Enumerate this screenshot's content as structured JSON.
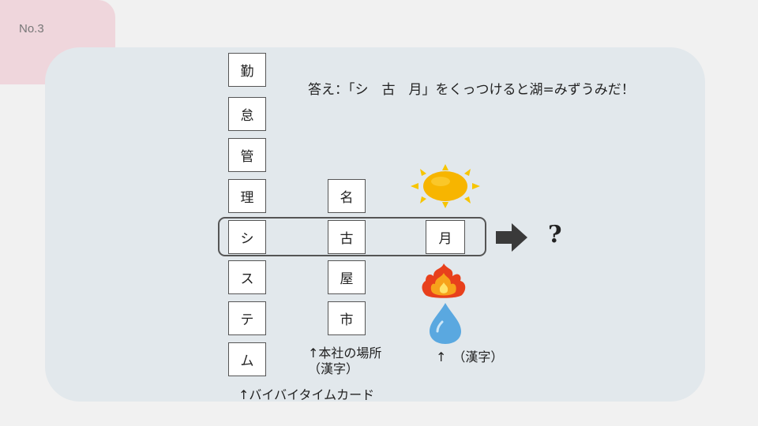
{
  "slide": {
    "number": "No.3"
  },
  "answer_text": "答え：「シ　古　月」をくっつけると湖=みずうみだ！",
  "column1": {
    "chars": [
      "勤",
      "怠",
      "管",
      "理",
      "シ",
      "ス",
      "テ",
      "ム"
    ],
    "caption": "↑バイバイタイムカード"
  },
  "column2": {
    "chars": [
      "名",
      "古",
      "屋",
      "市"
    ],
    "caption_line1": "↑本社の場所",
    "caption_line2": "（漢字）"
  },
  "column3": {
    "char": "月",
    "caption": "↑　（漢字）",
    "icons": [
      "sun-icon",
      "fire-icon",
      "water-drop-icon"
    ]
  },
  "result": {
    "arrow_icon": "right-arrow-icon",
    "symbol": "?"
  },
  "colors": {
    "tab": "#efd6dc",
    "panel": "#e2e8ec",
    "sun": "#f7b500",
    "fire": "#e8401c",
    "water": "#5aa8e0",
    "arrow": "#3a3a3a"
  }
}
